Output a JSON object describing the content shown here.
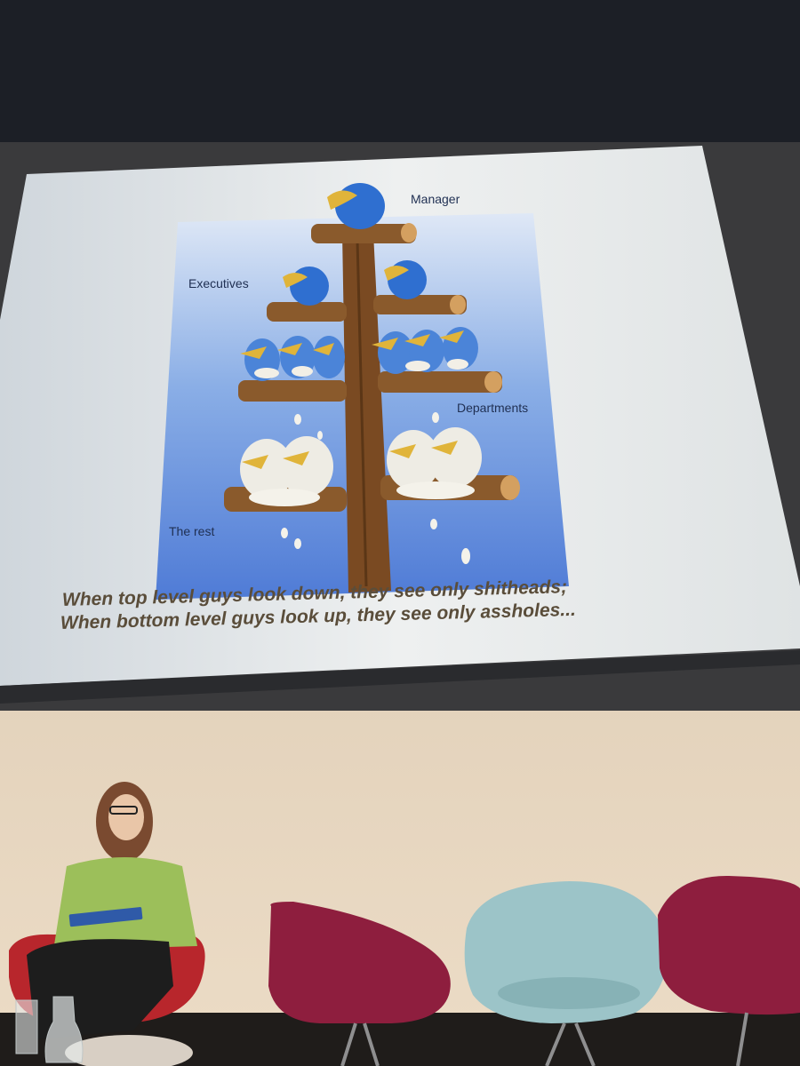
{
  "slide": {
    "labels": {
      "manager": "Manager",
      "executives": "Executives",
      "departments": "Departments",
      "rest": "The rest"
    },
    "caption": {
      "line1": "When top level guys look down, they see only shitheads;",
      "line2": "When bottom level guys look up, they see only assholes..."
    }
  },
  "colors": {
    "sky_top": "#d8e4f4",
    "sky_bottom": "#5a84d8",
    "pole": "#7a4a22",
    "bird": "#2f6fd0",
    "beak": "#e0b43a",
    "chair_red": "#b8262c",
    "chair_magenta": "#8e1e3e",
    "chair_teal": "#9cc4c8",
    "wall": "#e6d8c4"
  }
}
